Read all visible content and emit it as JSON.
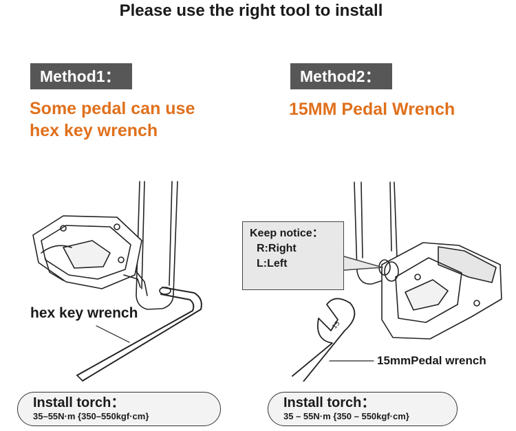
{
  "title": "Please use the right tool to install",
  "method1": {
    "tag": "Method1：",
    "line1": "Some pedal can use",
    "line2": "hex key wrench",
    "tool_label": "hex key wrench",
    "torch_heading": "Install torch：",
    "torch_value": "35–55N·m {350–550kgf·cm}"
  },
  "method2": {
    "tag": "Method2：",
    "heading": "15MM Pedal Wrench",
    "notice_title": "Keep notice：",
    "notice_right": "R:Right",
    "notice_left": "L:Left",
    "wrench_mark": "15",
    "tool_label": "15mmPedal wrench",
    "torch_heading": "Install torch：",
    "torch_value": "35 – 55N·m {350 – 550kgf·cm}"
  },
  "colors": {
    "accent": "#e0701c",
    "tag_bg": "#575757"
  },
  "icons": [
    "crank-arm-illustration",
    "pedal-illustration",
    "hex-key-illustration",
    "wrench-illustration"
  ]
}
